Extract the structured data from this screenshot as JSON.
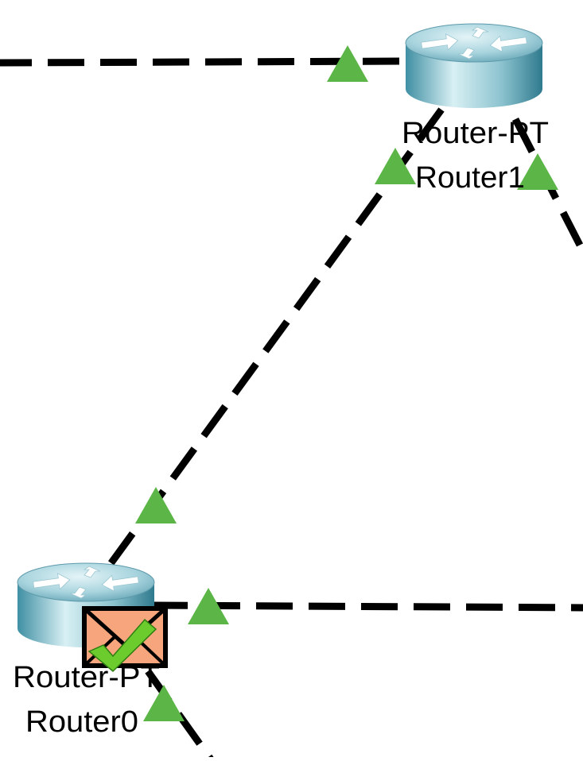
{
  "workspace": {
    "background": "#ffffff"
  },
  "colors": {
    "link": "#000000",
    "link_status_up": "#5cb547",
    "router_body_light": "#c8e6ec",
    "router_body_dark": "#3f8fa3",
    "envelope_fill": "#f7a57c",
    "check": "#6ccc2e"
  },
  "devices": [
    {
      "id": "router1",
      "model_label": "Router-PT",
      "name_label": "Router1",
      "icon": "router-icon"
    },
    {
      "id": "router0",
      "model_label": "Router-PT",
      "name_label": "Router0",
      "icon": "router-icon"
    }
  ],
  "links": [
    {
      "from": "router1",
      "to": "offscreen-left",
      "style": "dashed",
      "status": "up"
    },
    {
      "from": "router1",
      "to": "router0",
      "style": "dashed",
      "status": "up"
    },
    {
      "from": "router1",
      "to": "offscreen-right",
      "style": "dashed",
      "status": "up"
    },
    {
      "from": "router0",
      "to": "offscreen-right",
      "style": "dashed",
      "status": "up"
    },
    {
      "from": "router0",
      "to": "offscreen-bottom",
      "style": "dashed",
      "status": "up"
    }
  ],
  "pdu": {
    "type": "simple-pdu",
    "status": "success",
    "icon": "envelope-check-icon",
    "at_device": "router0"
  }
}
